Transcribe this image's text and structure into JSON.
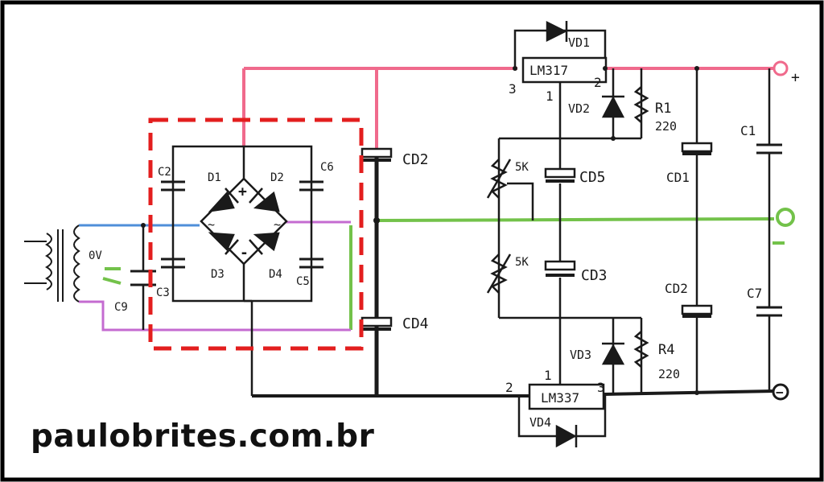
{
  "colors": {
    "positive_rail": "#f06a8c",
    "ground_rail": "#73c24a",
    "ac_blue": "#4f8fd9",
    "ac_purple": "#c46bd0",
    "highlight_box": "#e31e1e",
    "wire": "#1a1a1a"
  },
  "labels": {
    "vd1": "VD1",
    "lm317": "LM317",
    "vd2": "VD2",
    "r1": "R1",
    "r1_value": "220",
    "c1": "C1",
    "cd1": "CD1",
    "cd5": "CD5",
    "pot_top": "5K",
    "pot_bottom": "5K",
    "cd2_left": "CD2",
    "cd3": "CD3",
    "cd4": "CD4",
    "cd2_right": "CD2",
    "c7": "C7",
    "vd3": "VD3",
    "r4": "R4",
    "r4_value": "220",
    "lm337": "LM337",
    "vd4": "VD4",
    "d1": "D1",
    "d2": "D2",
    "d3": "D3",
    "d4": "D4",
    "c2": "C2",
    "c3": "C3",
    "c5": "C5",
    "c6": "C6",
    "c9": "C9",
    "zero_v": "0V",
    "bridge_plus": "+",
    "bridge_minus": "-",
    "ac1": "~",
    "ac2": "~",
    "pin_317_in": "3",
    "pin_317_out": "2",
    "pin_317_adj": "1",
    "pin_337_in": "2",
    "pin_337_out": "3",
    "pin_337_adj": "1",
    "out_plus": "+",
    "out_minus": "−"
  },
  "site": "paulobrites.com.br"
}
